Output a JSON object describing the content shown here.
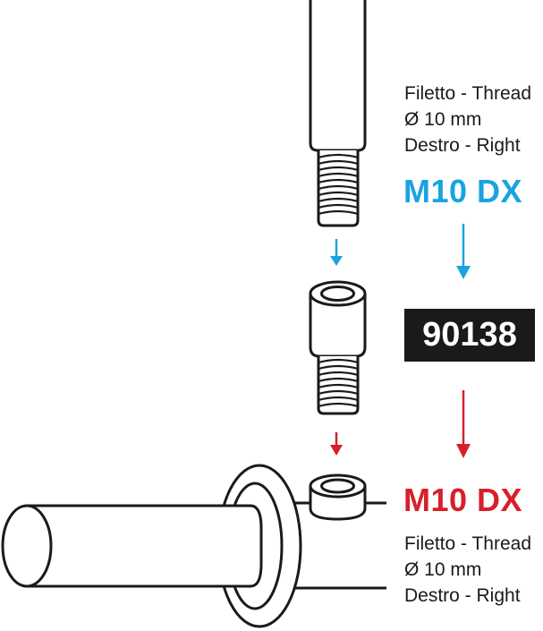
{
  "colors": {
    "line": "#1a1a1a",
    "top_accent": "#1aa3e0",
    "bottom_accent": "#d81f2a",
    "part_box_bg": "#1a1a1a",
    "part_box_text": "#ffffff"
  },
  "top_spec": {
    "line1": "Filetto - Thread",
    "line2": "Ø 10 mm",
    "line3": "Destro - Right",
    "code": "M10 DX"
  },
  "part_number": "90138",
  "bottom_spec": {
    "code": "M10 DX",
    "line1": "Filetto - Thread",
    "line2": "Ø 10 mm",
    "line3": "Destro - Right"
  },
  "icons": {
    "top_small_arrow": "arrow-down-icon",
    "top_big_arrow": "arrow-down-icon",
    "bottom_big_arrow": "arrow-down-icon",
    "bottom_small_arrow": "arrow-down-icon"
  }
}
